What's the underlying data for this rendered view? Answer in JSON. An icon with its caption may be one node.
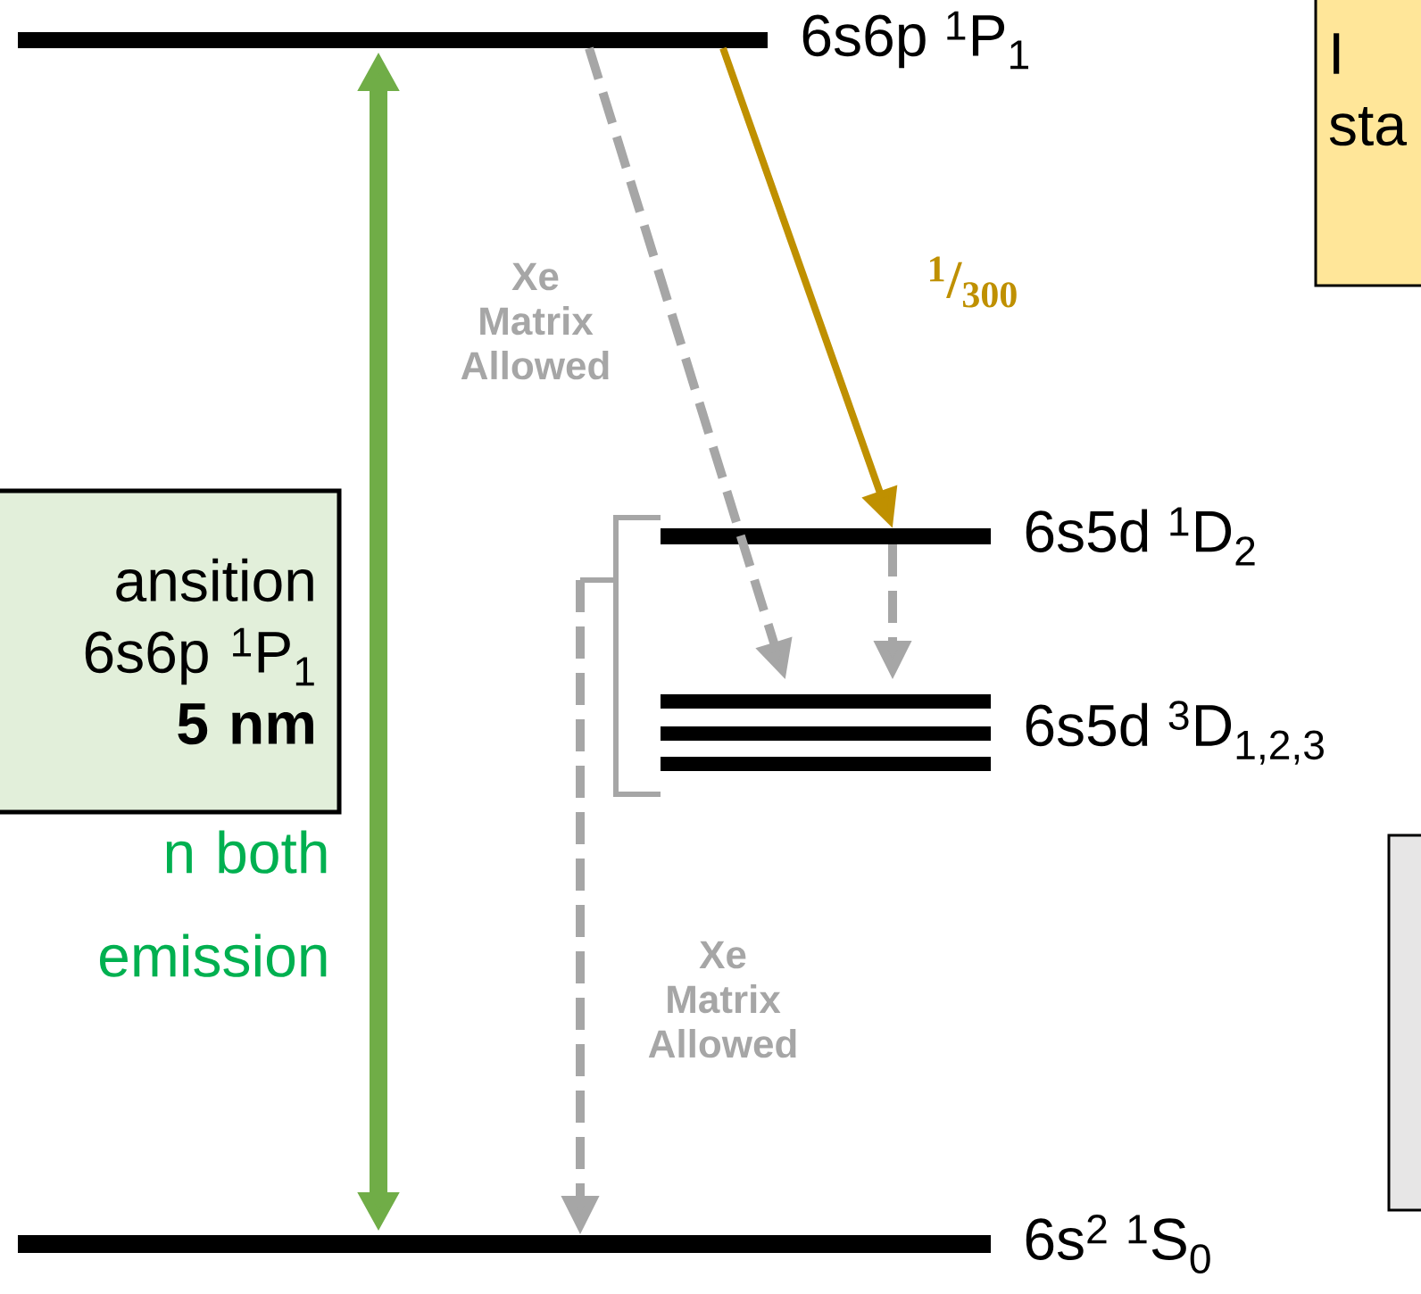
{
  "diagram": {
    "nodes": [
      {
        "text": [],
        "shape": "bar",
        "beside": [
          "6s6p $^{1}$P$_{1}$"
        ]
      },
      {
        "text": [
          "I sta"
        ]
      },
      {
        "text": [
          "ansition 6s6p $^{1}$P$_{1}$ **5 nm**"
        ],
        "beside": [
          "n both emission"
        ]
      },
      {
        "text": [],
        "shape": "bar",
        "beside": [
          "6s5d $^{1}$D$_{2}$"
        ]
      },
      {
        "text": [],
        "shape": "bracket"
      },
      {
        "text": [],
        "shape": "bar",
        "beside": [
          "6s5d $^{3}$D$_{1,2,3}$"
        ]
      },
      {
        "text": [],
        "shape": "box"
      },
      {
        "text": [],
        "shape": "bar",
        "beside": [
          "6s$^{2}$ $^{1}$S$_{0}$"
        ]
      }
    ],
    "edges": [
      {
        "from": 7,
        "to": 0,
        "arrow": "both",
        "style": "thick",
        "color": "#70ad47"
      },
      {
        "from": 0,
        "to": 5,
        "arrow": "to",
        "style": "dashed",
        "label": "Xe Matrix Allowed"
      },
      {
        "from": 0,
        "to": 3,
        "arrow": "to",
        "color": "#bf9000",
        "label": "$^{1}$/$_{300}$"
      },
      {
        "from": 3,
        "to": 5,
        "arrow": "to",
        "style": "dashed"
      },
      {
        "from": 4,
        "to": 7,
        "arrow": "to",
        "style": "dashed",
        "label": "Xe Matrix Allowed"
      }
    ]
  }
}
